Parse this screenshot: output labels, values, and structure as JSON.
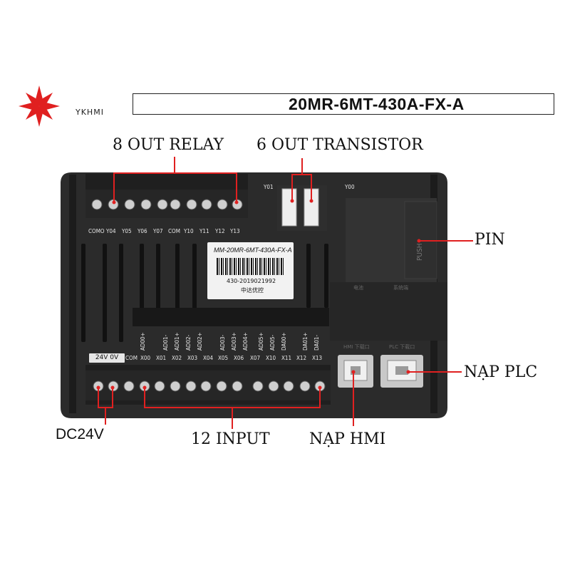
{
  "header": {
    "brand": "YKHMI",
    "model_title": "20MR-6MT-430A-FX-A",
    "logo_color": "#e02020"
  },
  "callouts": {
    "relay": "8 OUT RELAY",
    "transistor": "6 OUT TRANSISTOR",
    "battery": "PIN",
    "plc_port": "NẠP PLC",
    "power": "DC24V",
    "inputs": "12 INPUT",
    "hmi_port": "NẠP HMI",
    "line_color": "#e02020"
  },
  "device": {
    "body_color": "#2b2b2b",
    "top_terminals": [
      "COMO",
      "Y04",
      "Y05",
      "Y06",
      "Y07",
      "COM",
      "Y10",
      "Y11",
      "Y12",
      "Y13"
    ],
    "connector_labels": [
      "Y01",
      "Y00"
    ],
    "sticker_model": "MM-20MR-6MT-430A-FX-A",
    "sticker_serial": "430-2019021992",
    "sticker_maker": "中达优控",
    "battery_cover": "PUSH",
    "analog_labels": [
      "AD00+",
      "AD01-",
      "AD01+",
      "AD02-",
      "AD02+",
      "AD03-",
      "AD03+",
      "AD04+",
      "AD05+",
      "AD05-",
      "DA00+",
      "DA01+",
      "DA01-"
    ],
    "power_label": "24V 0V",
    "bottom_terminals": [
      "COM",
      "X00",
      "X01",
      "X02",
      "X03",
      "X04",
      "X05",
      "X06",
      "X07",
      "X10",
      "X11",
      "X12",
      "X13"
    ],
    "port_captions_top": [
      "电池",
      "系统端"
    ],
    "port_captions_bottom": [
      "HMI 下载口",
      "PLC 下载口"
    ]
  }
}
